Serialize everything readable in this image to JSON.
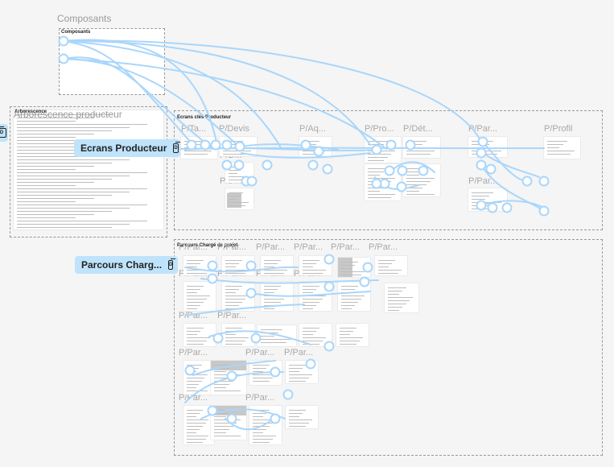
{
  "colors": {
    "connector": "#a9d6fb",
    "pill_bg": "#bfe3fb",
    "canvas_bg": "#f5f5f5"
  },
  "sections": {
    "composants": {
      "label": "Composants",
      "inner_title": "Composants"
    },
    "arborescence": {
      "label": "Arborescence producteur",
      "inner_title": "Arborescence"
    },
    "ecrans": {
      "inner_title": "Ecrans clés Producteur"
    },
    "parcours": {
      "inner_title": "Parcours Chargé de projet"
    }
  },
  "flow_pills": {
    "ecrans": {
      "label": "Ecrans Producteur",
      "icon": "flow-start-icon"
    },
    "parcours": {
      "label": "Parcours Charg...",
      "icon": "flow-start-icon"
    },
    "edge": {
      "icon": "flow-start-icon",
      "glyph": "D"
    }
  },
  "ecrans_frames": [
    "P/Ta...",
    "P/Devis",
    "P/Aq...",
    "P/Pro...",
    "P/Dét...",
    "P/Par...",
    "P/Profil",
    "P/D...",
    "P/D...",
    "P/Par..."
  ],
  "parcours_frames": [
    "P/Par...",
    "P/Par...",
    "P/Par...",
    "P/Par...",
    "P/Par...",
    "P/Par...",
    "P/Par...",
    "P/Par...",
    "P/Par...",
    "P/Par...",
    "P/Par...",
    "P/Par...",
    "P/Par...",
    "P/Par...",
    "P/Par...",
    "P/Par...",
    "P/Par..."
  ]
}
